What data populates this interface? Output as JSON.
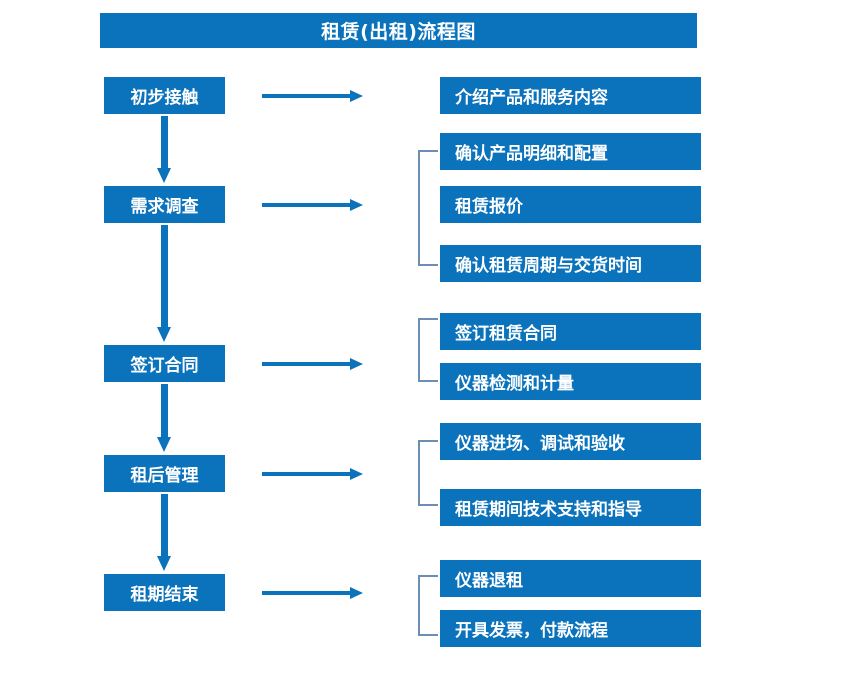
{
  "diagram": {
    "title": "租赁(出租)流程图",
    "colors": {
      "box_fill": "#0B72BC",
      "box_text": "#FFFFFF",
      "arrow": "#0B72BC",
      "bracket": "#6B8EB5",
      "background": "#FFFFFF"
    },
    "stages": [
      {
        "label": "初步接触"
      },
      {
        "label": "需求调查"
      },
      {
        "label": "签订合同"
      },
      {
        "label": "租后管理"
      },
      {
        "label": "租期结束"
      }
    ],
    "details": [
      {
        "label": "介绍产品和服务内容"
      },
      {
        "label": "确认产品明细和配置"
      },
      {
        "label": "租赁报价"
      },
      {
        "label": "确认租赁周期与交货时间"
      },
      {
        "label": "签订租赁合同"
      },
      {
        "label": "仪器检测和计量"
      },
      {
        "label": "仪器进场、调试和验收"
      },
      {
        "label": "租赁期间技术支持和指导"
      },
      {
        "label": "仪器退租"
      },
      {
        "label": "开具发票，付款流程"
      }
    ],
    "icons": {
      "flow_arrow_right": "arrow-right-icon",
      "flow_arrow_down": "arrow-down-icon",
      "group_bracket": "bracket-icon"
    }
  }
}
